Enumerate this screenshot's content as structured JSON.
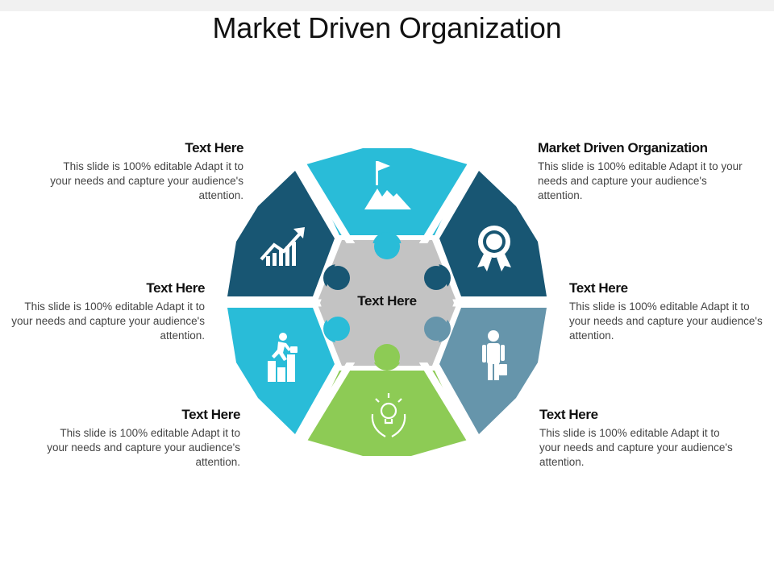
{
  "title": "Market Driven Organization",
  "center_label": "Text Here",
  "colors": {
    "cyan": "#29BCD8",
    "navy": "#185673",
    "steel": "#6695AB",
    "green": "#8DCB55",
    "center_gray": "#C3C3C3"
  },
  "segments": [
    {
      "name": "top",
      "color": "#29BCD8",
      "icon": "mountain-flag-icon"
    },
    {
      "name": "upper-right",
      "color": "#185673",
      "icon": "award-ribbon-icon"
    },
    {
      "name": "lower-right",
      "color": "#6695AB",
      "icon": "businessman-icon"
    },
    {
      "name": "bottom",
      "color": "#8DCB55",
      "icon": "lightbulb-hands-icon"
    },
    {
      "name": "lower-left",
      "color": "#29BCD8",
      "icon": "climbing-steps-icon"
    },
    {
      "name": "upper-left",
      "color": "#185673",
      "icon": "growth-chart-icon"
    }
  ],
  "blocks": [
    {
      "heading": "Text Here",
      "body": "This slide is 100% editable Adapt it to your needs and capture your audience's attention."
    },
    {
      "heading": "Market Driven Organization",
      "body": "This slide is 100% editable Adapt it to your needs and capture your audience's attention."
    },
    {
      "heading": "Text Here",
      "body": "This slide is 100% editable Adapt it to your needs and capture your audience's attention."
    },
    {
      "heading": "Text Here",
      "body": "This slide is 100% editable Adapt it to your needs and capture your audience's attention."
    },
    {
      "heading": "Text Here",
      "body": "This slide is 100% editable Adapt it to your needs and capture your audience's attention."
    },
    {
      "heading": "Text Here",
      "body": "This slide is 100% editable Adapt it to your needs and capture your audience's attention."
    }
  ]
}
